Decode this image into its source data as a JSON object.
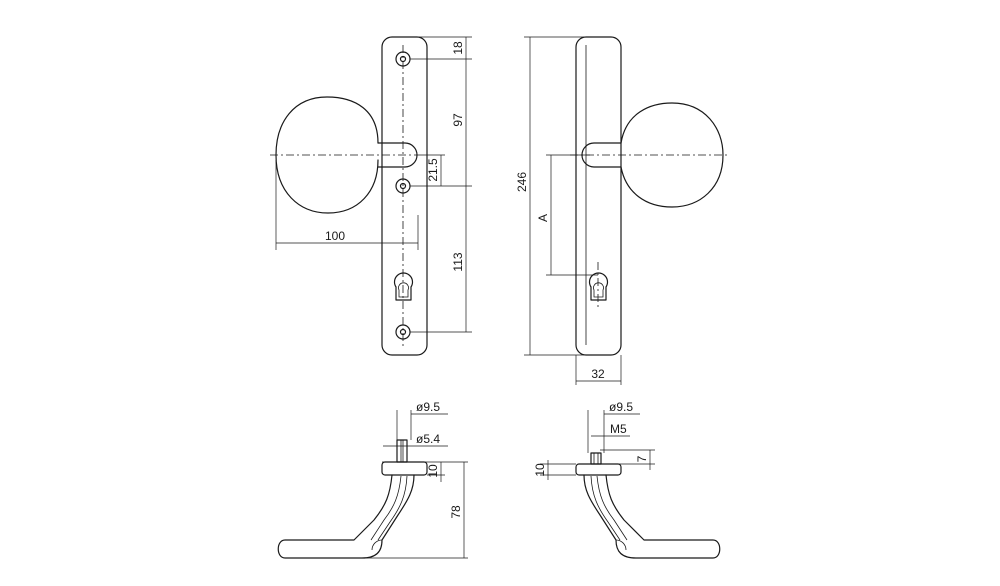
{
  "dimensions": {
    "top_hole_offset": "18",
    "hole_spacing_top": "97",
    "spindle_offset": "21.5",
    "hole_spacing_bottom": "113",
    "knob_projection": "100",
    "plate_length": "246",
    "distance_a": "A",
    "plate_width": "32",
    "left_outer_diameter": "ø9.5",
    "left_inner_diameter": "ø5.4",
    "right_outer_diameter": "ø9.5",
    "thread": "M5",
    "thread_length": "7",
    "left_rose_height": "10",
    "right_rose_height": "10",
    "handle_height": "78"
  }
}
